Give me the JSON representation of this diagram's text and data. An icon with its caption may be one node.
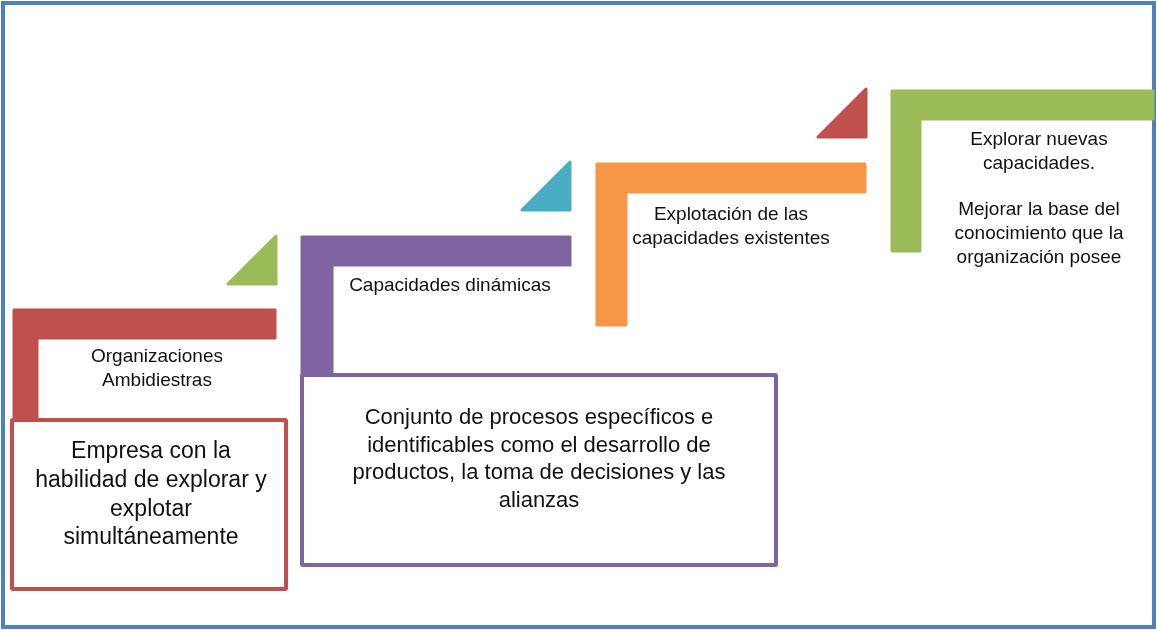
{
  "diagram": {
    "nodes": [
      {
        "text": [
          "Organizaciones Ambidiestras"
        ]
      },
      {
        "text": [
          "Empresa con la habilidad de explorar y explotar simultáneamente"
        ]
      },
      {
        "text": [
          "Capacidades dinámicas"
        ]
      },
      {
        "text": [
          "Conjunto de procesos específicos e identificables como el desarrollo de productos, la toma de decisiones y las alianzas"
        ]
      },
      {
        "text": [
          "Explotación de las capacidades existentes"
        ]
      },
      {
        "text": [
          "Explorar nuevas capacidades.",
          "Mejorar la base del conocimiento que la organización posee"
        ]
      }
    ],
    "edges": []
  }
}
